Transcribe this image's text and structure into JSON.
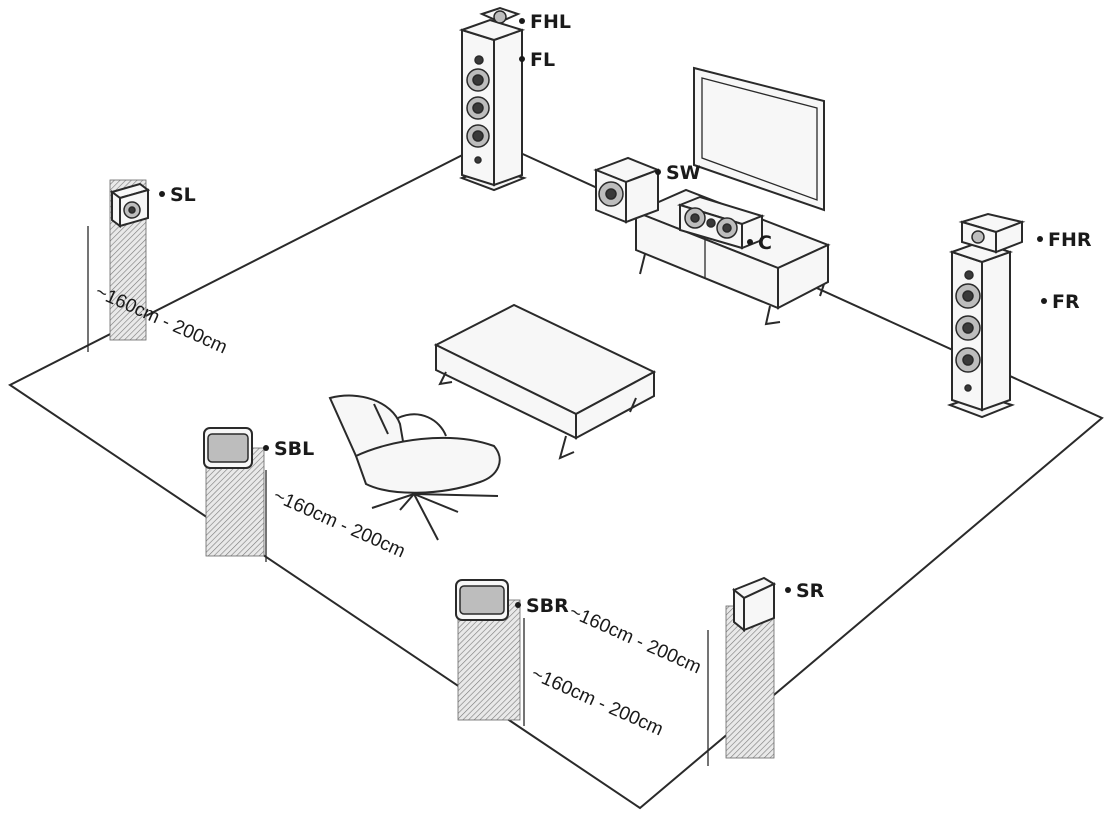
{
  "speakers": {
    "fhl": "FHL",
    "fl": "FL",
    "sw": "SW",
    "c": "C",
    "fhr": "FHR",
    "fr": "FR",
    "sl": "SL",
    "sbl": "SBL",
    "sbr": "SBR",
    "sr": "SR"
  },
  "dimensions": {
    "sl_height": "~160cm - 200cm",
    "sbl_height": "~160cm - 200cm",
    "sbr_height": "~160cm - 200cm",
    "sr_height": "~160cm - 200cm"
  }
}
